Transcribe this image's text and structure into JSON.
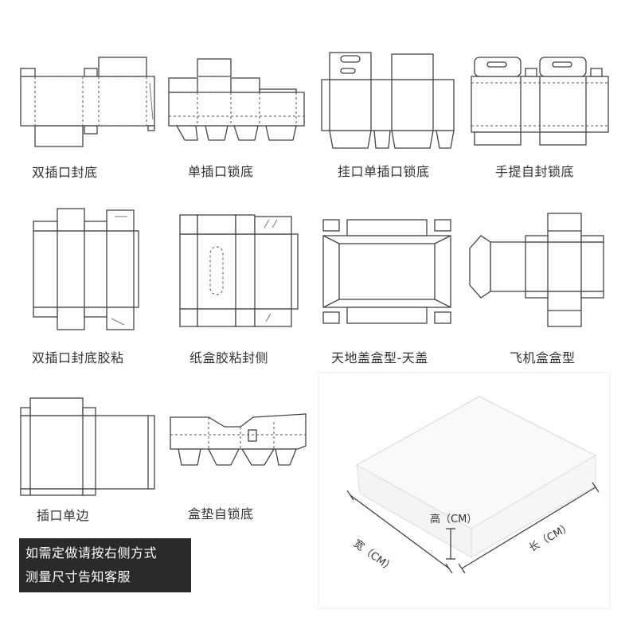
{
  "dielines": [
    {
      "label": "双插口封底"
    },
    {
      "label": "单插口锁底"
    },
    {
      "label": "挂口单插口锁底"
    },
    {
      "label": "手提自封锁底"
    },
    {
      "label": "双插口封底胶粘"
    },
    {
      "label": "纸盒胶粘封侧"
    },
    {
      "label": "天地盖盒型-天盖"
    },
    {
      "label": "飞机盒盒型"
    },
    {
      "label": "插口单边"
    },
    {
      "label": "盒垫自锁底"
    }
  ],
  "note": {
    "line1": "如需定做请按右侧方式",
    "line2": "测量尺寸告知客服"
  },
  "dimensions": {
    "height": "高（CM）",
    "width": "宽（CM）",
    "length": "长（CM）"
  }
}
